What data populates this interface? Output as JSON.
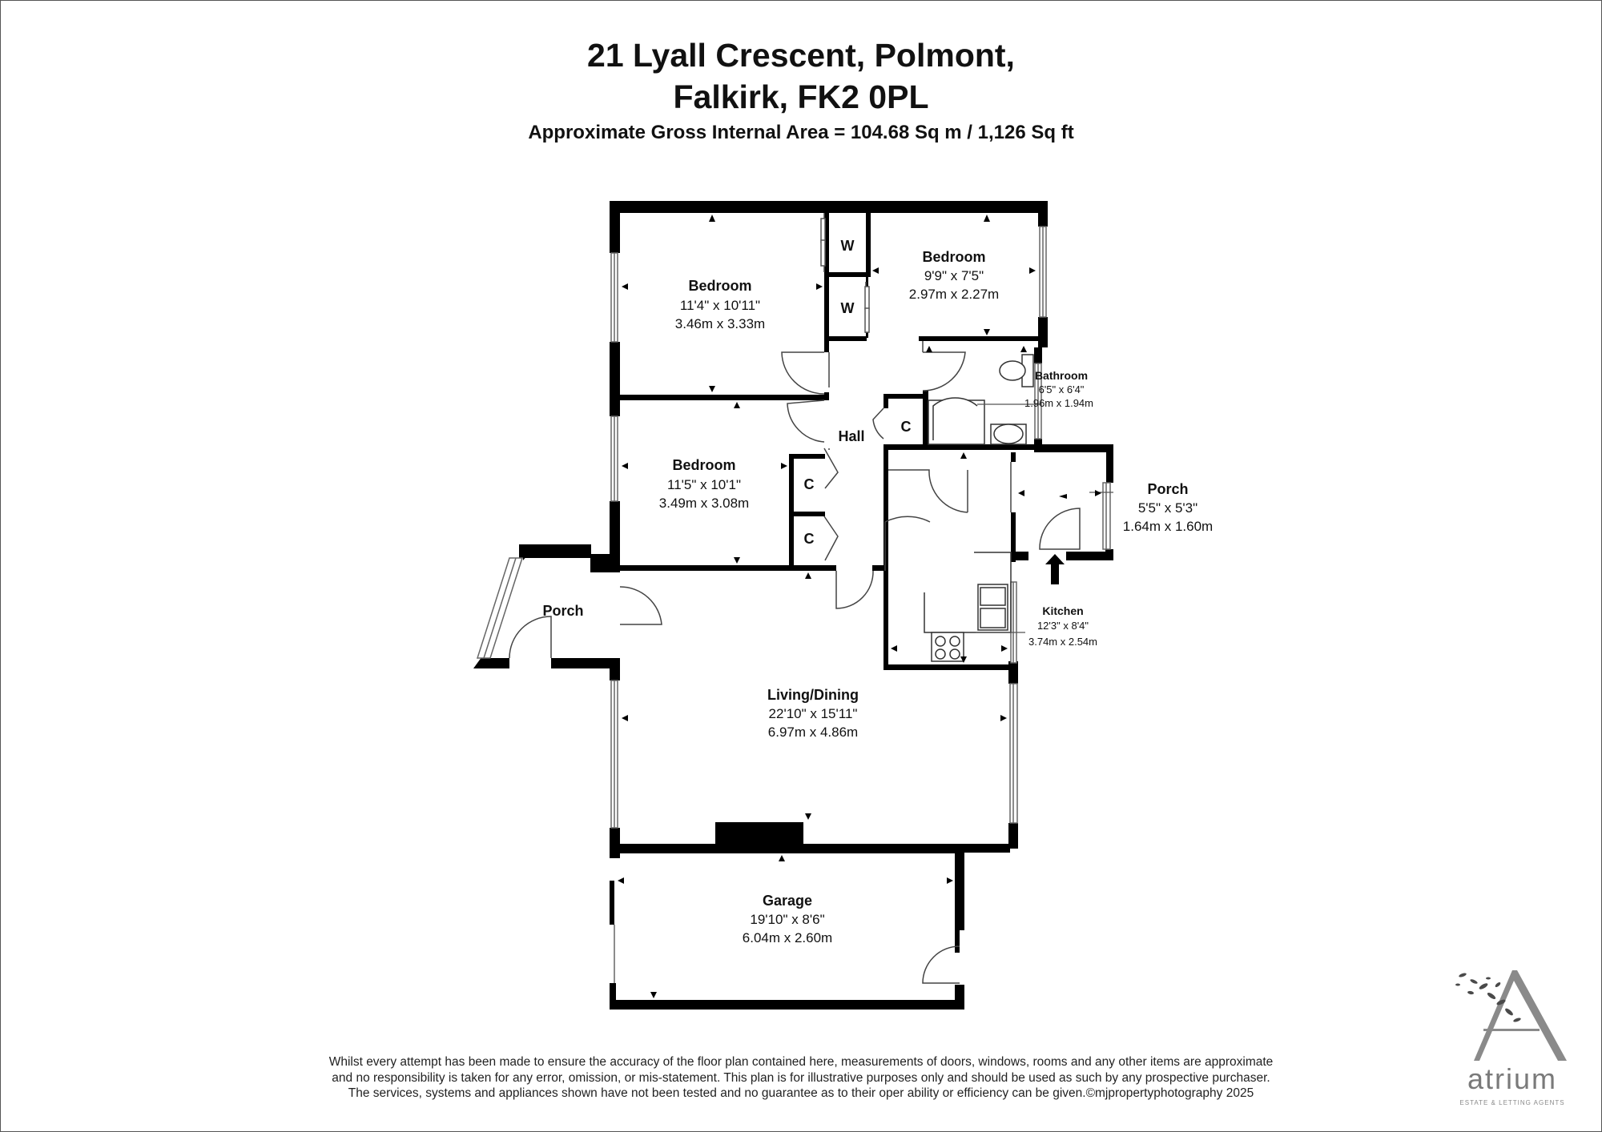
{
  "header": {
    "address_line1": "21 Lyall Crescent, Polmont,",
    "address_line2": "Falkirk, FK2 0PL",
    "area": "Approximate Gross Internal Area = 104.68 Sq m / 1,126 Sq ft"
  },
  "rooms": {
    "bedroom1": {
      "name": "Bedroom",
      "imperial": "11'4\" x 10'11\"",
      "metric": "3.46m x 3.33m"
    },
    "bedroom2": {
      "name": "Bedroom",
      "imperial": "9'9\" x 7'5\"",
      "metric": "2.97m x 2.27m"
    },
    "bedroom3": {
      "name": "Bedroom",
      "imperial": "11'5\" x 10'1\"",
      "metric": "3.49m x 3.08m"
    },
    "bathroom": {
      "name": "Bathroom",
      "imperial": "6'5\" x 6'4\"",
      "metric": "1.96m x 1.94m"
    },
    "porch_right": {
      "name": "Porch",
      "imperial": "5'5\" x 5'3\"",
      "metric": "1.64m x 1.60m"
    },
    "kitchen": {
      "name": "Kitchen",
      "imperial": "12'3\" x 8'4\"",
      "metric": "3.74m x 2.54m"
    },
    "living": {
      "name": "Living/Dining",
      "imperial": "22'10\" x 15'11\"",
      "metric": "6.97m x 4.86m"
    },
    "garage": {
      "name": "Garage",
      "imperial": "19'10\" x 8'6\"",
      "metric": "6.04m x 2.60m"
    },
    "hall": {
      "name": "Hall"
    },
    "porch_left": {
      "name": "Porch"
    },
    "wardrobe_label": "W",
    "cupboard_label": "C"
  },
  "disclaimer": [
    "Whilst every attempt has been made to ensure the accuracy of the floor plan contained here, measurements of doors, windows, rooms and any other items are approximate",
    "and no responsibility is taken for any error, omission, or mis-statement. This plan is for illustrative purposes only and should be used as such by any prospective purchaser.",
    "The services, systems and appliances shown have not been tested and no guarantee as to their oper ability or efficiency can be given.©mjpropertyphotography 2025"
  ],
  "logo": {
    "letter": "A",
    "name": "atrium",
    "tagline": "ESTATE & LETTING AGENTS"
  }
}
